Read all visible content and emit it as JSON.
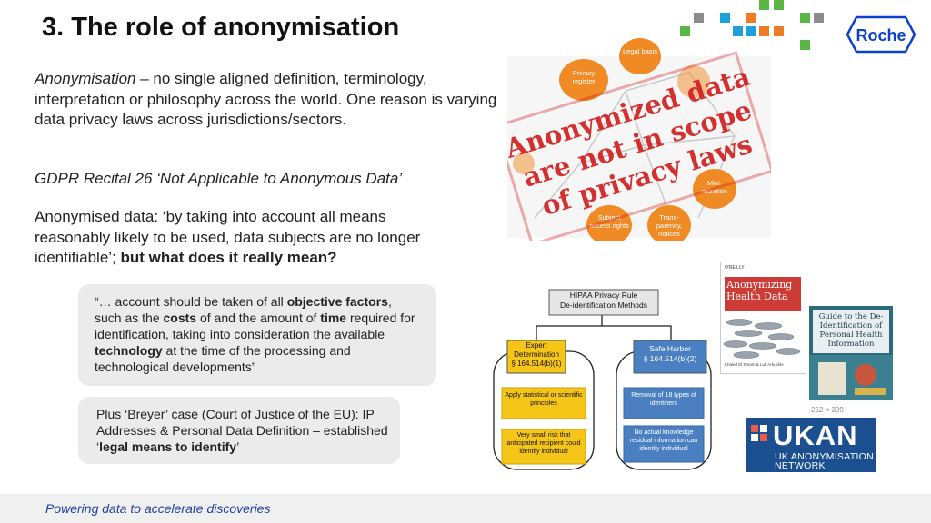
{
  "slide": {
    "title": "3. The role of anonymisation",
    "intro": {
      "term": "Anonymisation",
      "text": " – no single aligned definition, terminology, interpretation or philosophy across the world. One reason is varying data privacy laws across jurisdictions/sectors."
    },
    "gdpr_heading": "GDPR Recital 26 ‘Not Applicable to Anonymous Data’",
    "definition": {
      "text": "Anonymised data: ‘by taking into account all means reasonably likely to be used, data subjects are no longer identifiable’; ",
      "bold": "but what does it really mean?"
    },
    "quote_box": {
      "t1": "“… account should be taken of all ",
      "b1": "objective factors",
      "t2": ", such as the ",
      "b2": "costs",
      "t3": " of and the amount of ",
      "b3": "time",
      "t4": " required for identification, taking into consideration the available ",
      "b4": "technology",
      "t5": " at the time of the processing and technological developments”"
    },
    "breyer_box": {
      "t1": "Plus ‘Breyer’ case (Court of Justice of the EU): IP Addresses & Personal Data Definition – established ‘",
      "b1": "legal means to identify",
      "t2": "’"
    },
    "footer": "Powering data to accelerate discoveries"
  },
  "logo": {
    "text": "Roche",
    "color": "#0b41cd"
  },
  "stamp": {
    "line1": "Anonymized data",
    "line2": "are not in scope",
    "line3": "of privacy laws",
    "nodes": {
      "legal": "Legal basis",
      "privacy": "Privacy register",
      "minimization": "Mini- mization",
      "subject": "Subject access rights",
      "transparency": "Trans- parency, notices"
    },
    "stamp_color": "#d11b1b",
    "node_color": "#f08a24"
  },
  "flowchart": {
    "top_line1": "HIPAA Privacy Rule",
    "top_line2": "De-identification Methods",
    "left_head1": "Expert Determination",
    "left_head2": "§ 164.514(b)(1)",
    "right_head1": "Safe Harbor",
    "right_head2": "§ 164.514(b)(2)",
    "left_item1": "Apply statistical or scientific principles",
    "left_item2": "Very small risk that anticipated recipient could identify individual",
    "right_item1": "Removal of 18 types of identifiers",
    "right_item2": "No actual knowledge residual information can identify individual",
    "colors": {
      "expert": "#f5c518",
      "harbor": "#4a7fc1"
    }
  },
  "books": {
    "book1_publisher": "O'REILLY",
    "book1_title": "Anonymizing Health Data",
    "book1_authors": "Khaled El Emam & Luk Arbuckle",
    "book2_title": "Guide to the De-Identification of Personal Health Information",
    "size_label": "252 × 399"
  },
  "ukan": {
    "big": "UKAN",
    "line1": "UK ANONYMISATION",
    "line2": "NETWORK"
  }
}
